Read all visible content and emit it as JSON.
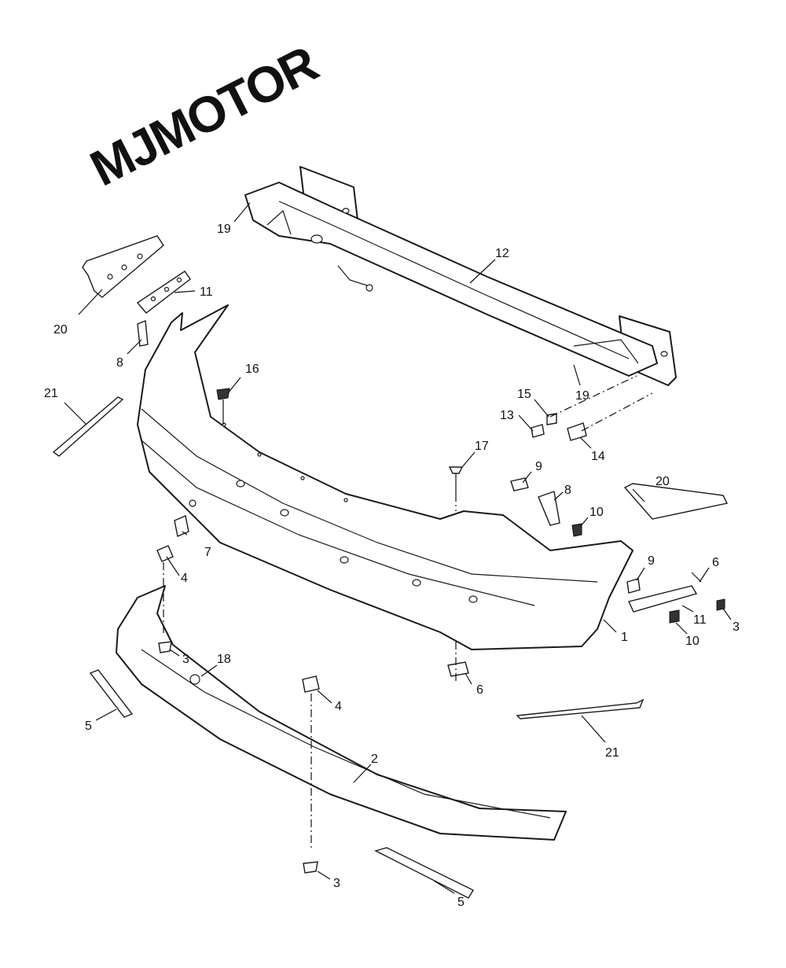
{
  "watermark": {
    "text": "MJMOTOR"
  },
  "callouts": [
    {
      "id": "c1",
      "label": "1"
    },
    {
      "id": "c2",
      "label": "2"
    },
    {
      "id": "c3a",
      "label": "3"
    },
    {
      "id": "c3b",
      "label": "3"
    },
    {
      "id": "c3c",
      "label": "3"
    },
    {
      "id": "c4a",
      "label": "4"
    },
    {
      "id": "c4b",
      "label": "4"
    },
    {
      "id": "c5a",
      "label": "5"
    },
    {
      "id": "c5b",
      "label": "5"
    },
    {
      "id": "c6a",
      "label": "6"
    },
    {
      "id": "c6b",
      "label": "6"
    },
    {
      "id": "c7",
      "label": "7"
    },
    {
      "id": "c8a",
      "label": "8"
    },
    {
      "id": "c8b",
      "label": "8"
    },
    {
      "id": "c9a",
      "label": "9"
    },
    {
      "id": "c9b",
      "label": "9"
    },
    {
      "id": "c10a",
      "label": "10"
    },
    {
      "id": "c10b",
      "label": "10"
    },
    {
      "id": "c11a",
      "label": "11"
    },
    {
      "id": "c11b",
      "label": "11"
    },
    {
      "id": "c12",
      "label": "12"
    },
    {
      "id": "c13",
      "label": "13"
    },
    {
      "id": "c14",
      "label": "14"
    },
    {
      "id": "c15",
      "label": "15"
    },
    {
      "id": "c16",
      "label": "16"
    },
    {
      "id": "c17",
      "label": "17"
    },
    {
      "id": "c18",
      "label": "18"
    },
    {
      "id": "c19a",
      "label": "19"
    },
    {
      "id": "c19b",
      "label": "19"
    },
    {
      "id": "c20a",
      "label": "20"
    },
    {
      "id": "c20b",
      "label": "20"
    },
    {
      "id": "c21a",
      "label": "21"
    },
    {
      "id": "c21b",
      "label": "21"
    }
  ]
}
